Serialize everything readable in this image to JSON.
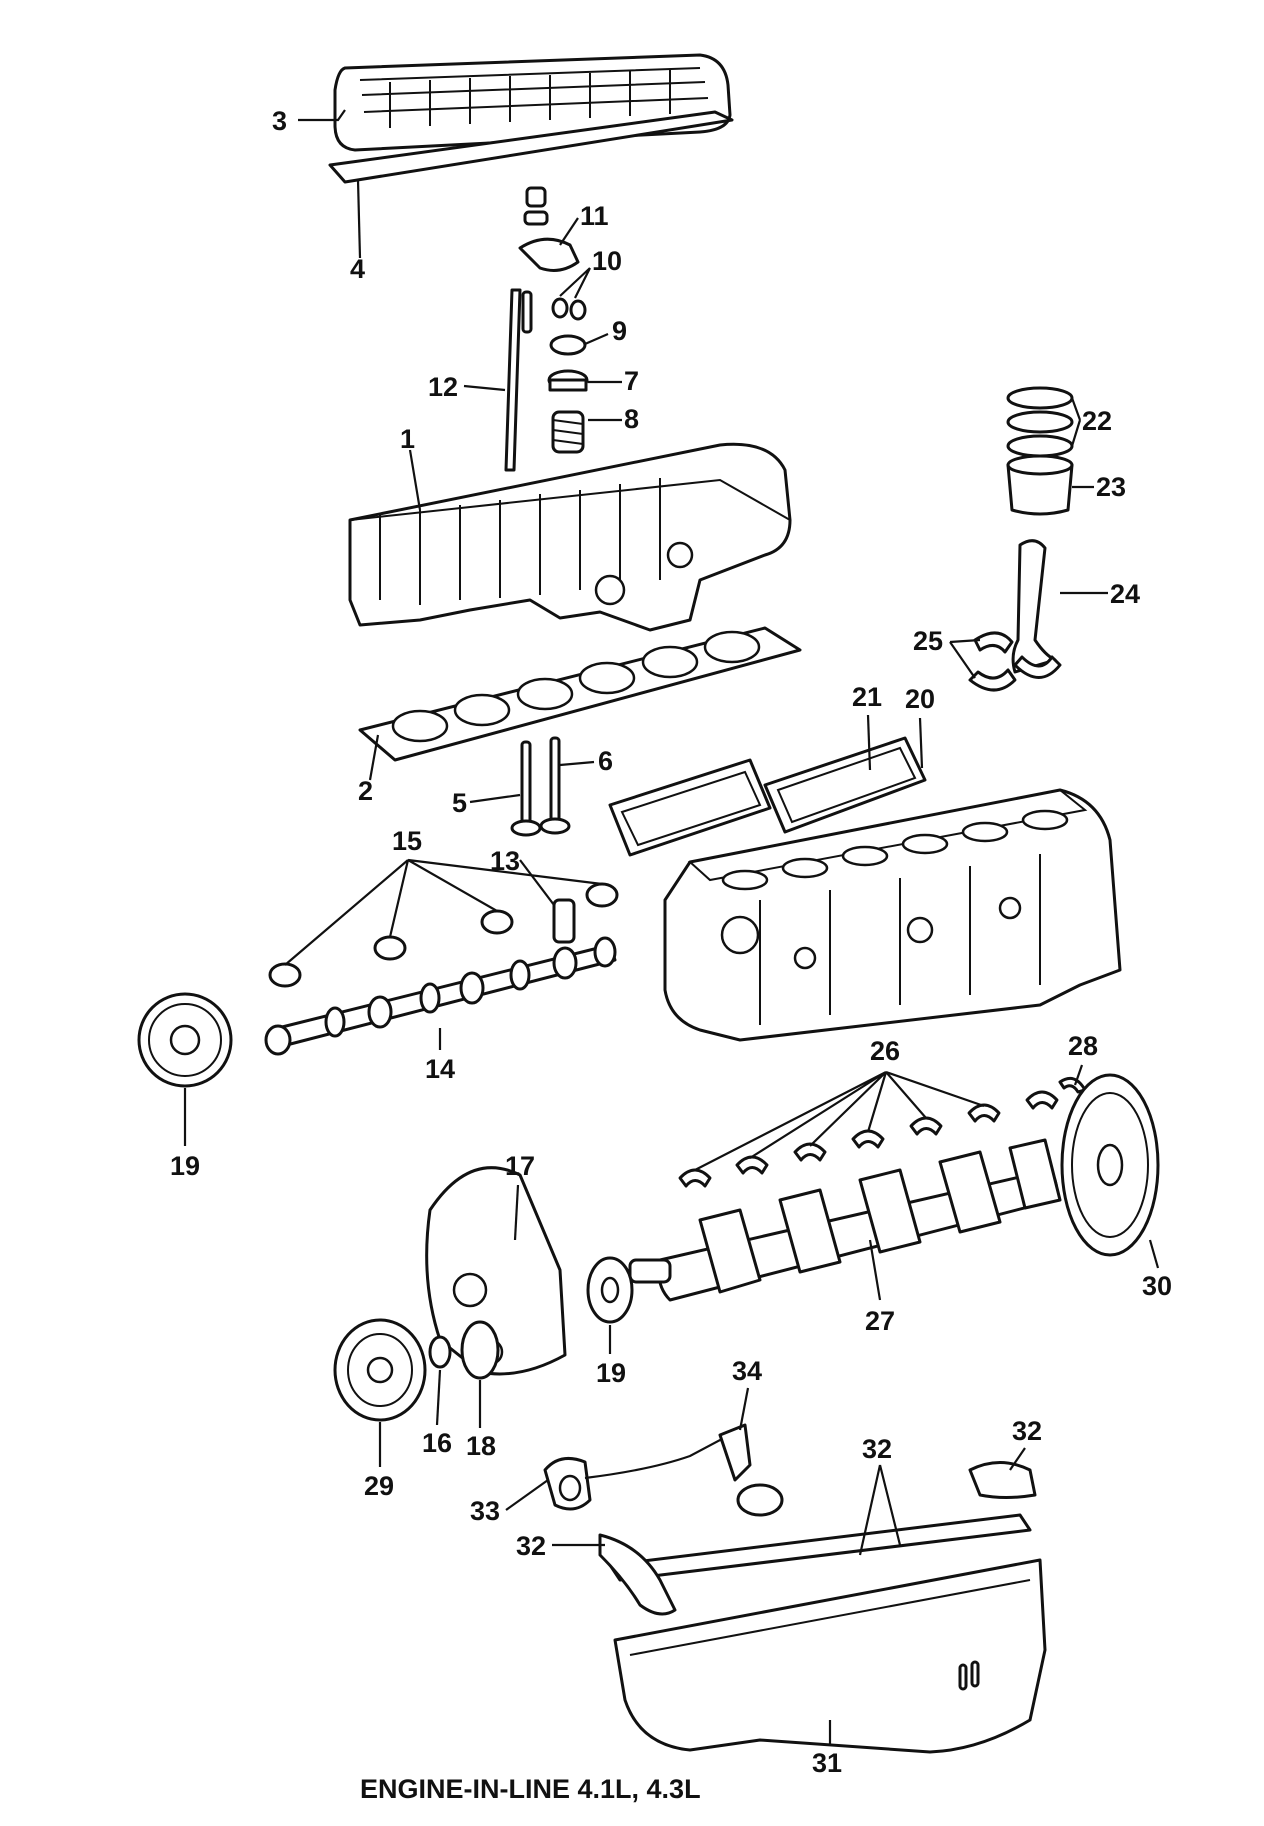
{
  "caption": "ENGINE-IN-LINE 4.1L, 4.3L",
  "callouts": {
    "c1": "1",
    "c2": "2",
    "c3": "3",
    "c4": "4",
    "c5": "5",
    "c6": "6",
    "c7": "7",
    "c8": "8",
    "c9": "9",
    "c10": "10",
    "c11": "11",
    "c12": "12",
    "c13": "13",
    "c14": "14",
    "c15": "15",
    "c16": "16",
    "c17": "17",
    "c18": "18",
    "c19a": "19",
    "c19b": "19",
    "c20": "20",
    "c21": "21",
    "c22": "22",
    "c23": "23",
    "c24": "24",
    "c25": "25",
    "c26": "26",
    "c27": "27",
    "c28": "28",
    "c29": "29",
    "c30": "30",
    "c31": "31",
    "c32a": "32",
    "c32b": "32",
    "c32c": "32",
    "c33": "33",
    "c34": "34"
  }
}
